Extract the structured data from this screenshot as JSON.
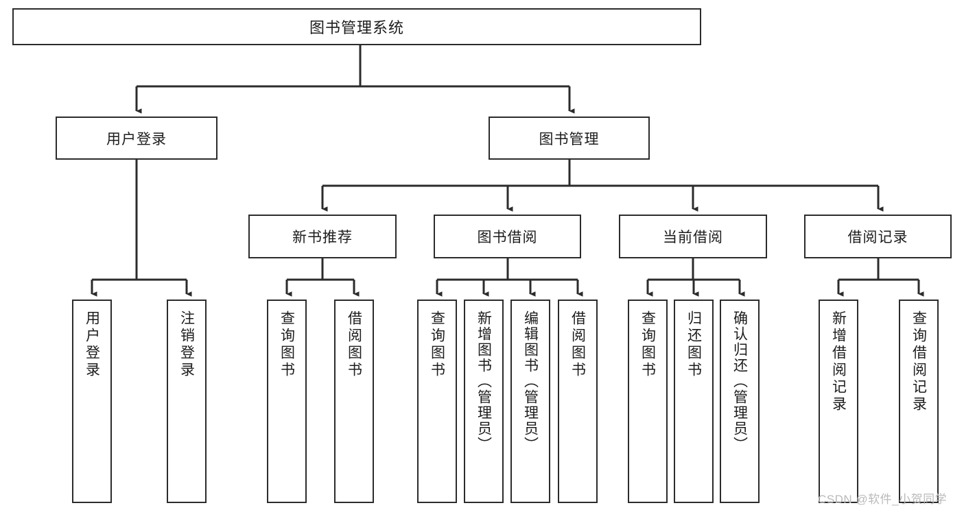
{
  "diagram": {
    "title": "图书管理系统",
    "watermark": "CSDN @软件_小贺同学",
    "type": "tree-hierarchy-diagram",
    "colors": {
      "box_border": "#2b2b2b",
      "box_fill": "#ffffff",
      "connector": "#2b2b2b",
      "text": "#1c1c1c",
      "watermark": "#b9b9b9",
      "background": "#ffffff"
    },
    "root": {
      "label": "图书管理系统"
    },
    "level1": [
      {
        "id": "user-login",
        "label": "用户登录"
      },
      {
        "id": "book-manage",
        "label": "图书管理"
      }
    ],
    "level2": [
      {
        "id": "new-book-recommend",
        "label": "新书推荐",
        "parent": "book-manage"
      },
      {
        "id": "book-borrow",
        "label": "图书借阅",
        "parent": "book-manage"
      },
      {
        "id": "current-borrow",
        "label": "当前借阅",
        "parent": "book-manage"
      },
      {
        "id": "borrow-record",
        "label": "借阅记录",
        "parent": "book-manage"
      }
    ],
    "leaves": {
      "user_login": [
        {
          "id": "leaf-user-login",
          "label": "用户登录"
        },
        {
          "id": "leaf-logout",
          "label": "注销登录"
        }
      ],
      "new_book_recommend": [
        {
          "id": "leaf-query-book-1",
          "label": "查询图书"
        },
        {
          "id": "leaf-borrow-book-1",
          "label": "借阅图书"
        }
      ],
      "book_borrow": [
        {
          "id": "leaf-query-book-2",
          "label": "查询图书"
        },
        {
          "id": "leaf-add-book-admin",
          "label": "新增图书（管理员）"
        },
        {
          "id": "leaf-edit-book-admin",
          "label": "编辑图书（管理员）"
        },
        {
          "id": "leaf-borrow-book-2",
          "label": "借阅图书"
        }
      ],
      "current_borrow": [
        {
          "id": "leaf-query-book-3",
          "label": "查询图书"
        },
        {
          "id": "leaf-return-book",
          "label": "归还图书"
        },
        {
          "id": "leaf-confirm-return-admin",
          "label": "确认归还（管理员）"
        }
      ],
      "borrow_record": [
        {
          "id": "leaf-add-borrow-record",
          "label": "新增借阅记录"
        },
        {
          "id": "leaf-query-borrow-record",
          "label": "查询借阅记录"
        }
      ]
    }
  }
}
